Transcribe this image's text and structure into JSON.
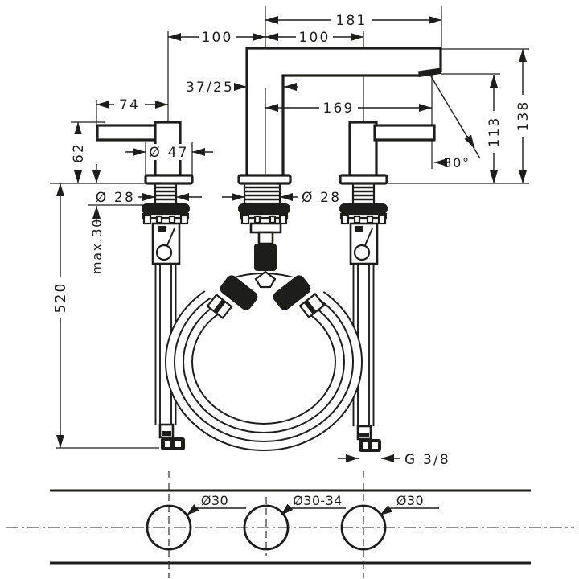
{
  "drawing": {
    "kind": "faucet installation dimensional drawing",
    "colors": {
      "ink": "#1d1d1b",
      "background": "#ffffff"
    },
    "dims": {
      "spout_total_width": "181",
      "hole_spacing_left": "100",
      "hole_spacing_right": "100",
      "spout_profile": "37/25",
      "lever_length": "74",
      "spout_reach": "169",
      "base_diameter": "Ø 47",
      "handle_height": "62",
      "outlet_height": "113",
      "overall_height": "138",
      "jet_angle": "30°",
      "shank_diameter_left": "Ø 28",
      "shank_diameter_center": "Ø 28",
      "max_deck_thickness": "max.30",
      "hose_length": "520",
      "connection_thread": "G 3/8"
    },
    "holes": {
      "left": "Ø30",
      "center": "Ø30-34",
      "right": "Ø30"
    }
  }
}
